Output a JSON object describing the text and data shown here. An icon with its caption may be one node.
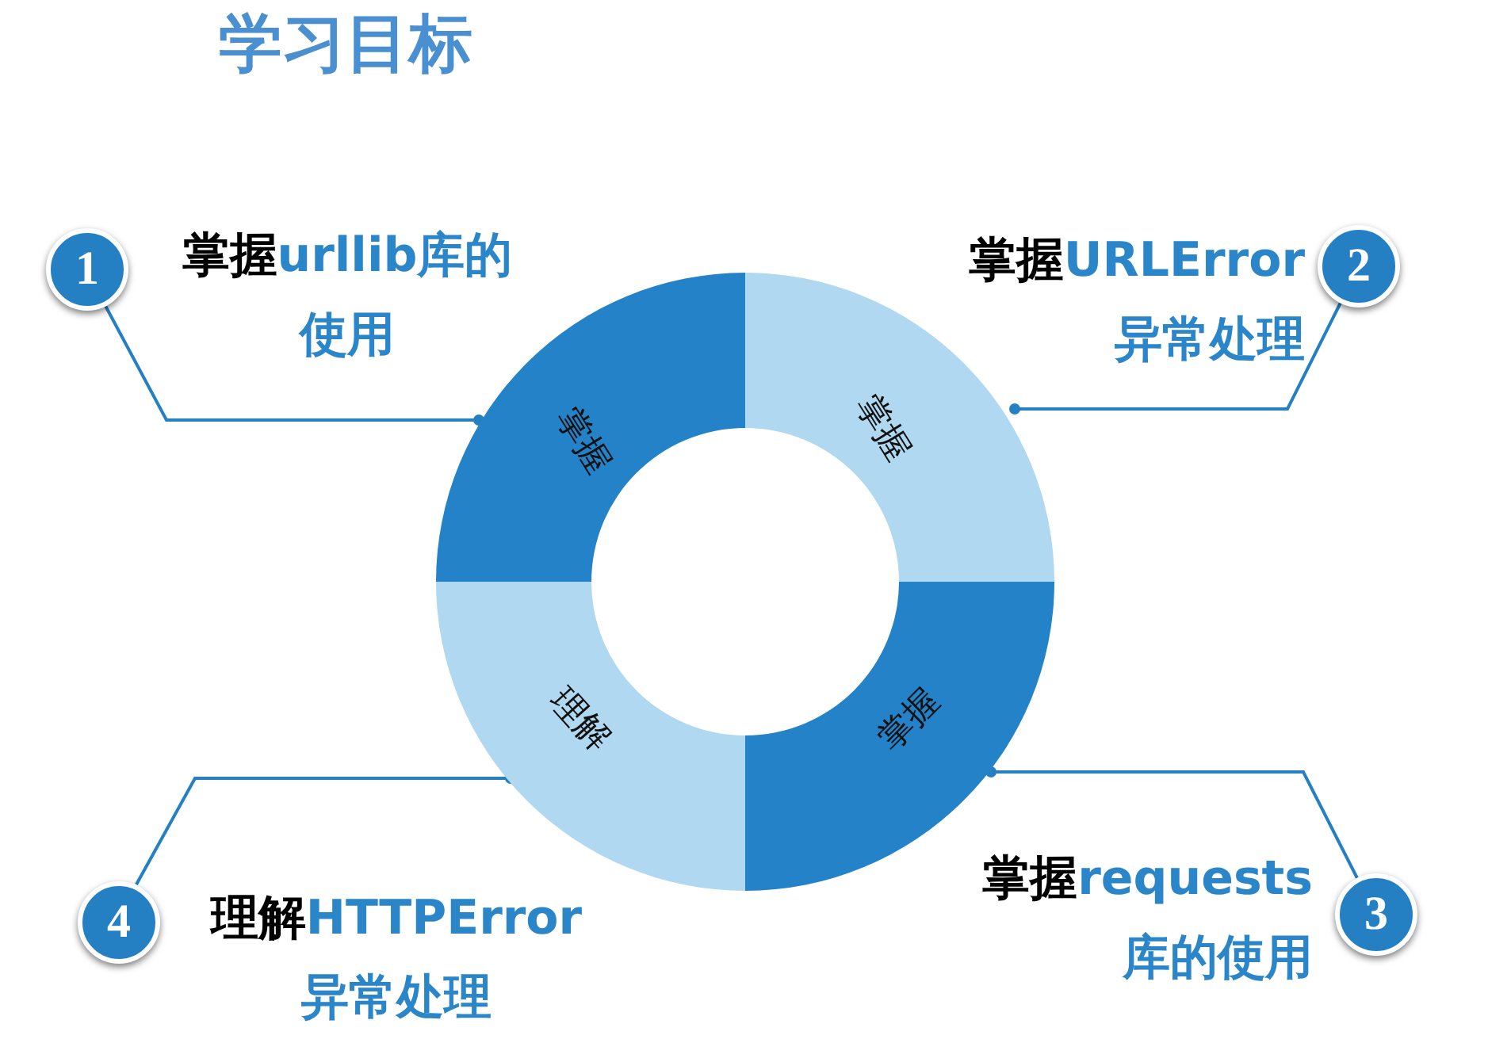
{
  "diagram": {
    "title": "学习目标",
    "nodes": [
      {
        "text": [
          "掌握"
        ]
      },
      {
        "text": [
          "掌握"
        ]
      },
      {
        "text": [
          "掌握"
        ]
      },
      {
        "text": [
          "理解"
        ]
      },
      {
        "text": [
          "1"
        ],
        "beside": [
          "掌握",
          "urllib库的使用"
        ]
      },
      {
        "text": [
          "2"
        ],
        "beside": [
          "掌握",
          "URLError异常处理"
        ]
      },
      {
        "text": [
          "3"
        ],
        "beside": [
          "掌握",
          "requests库的使用"
        ]
      },
      {
        "text": [
          "4"
        ],
        "beside": [
          "理解",
          "HTTPError异常处理"
        ]
      }
    ],
    "edges": [
      {
        "from": 4,
        "to": 0,
        "arrow": "other"
      },
      {
        "from": 5,
        "to": 1,
        "arrow": "other"
      },
      {
        "from": 6,
        "to": 2,
        "arrow": "other"
      },
      {
        "from": 7,
        "to": 3,
        "arrow": "other"
      }
    ]
  }
}
